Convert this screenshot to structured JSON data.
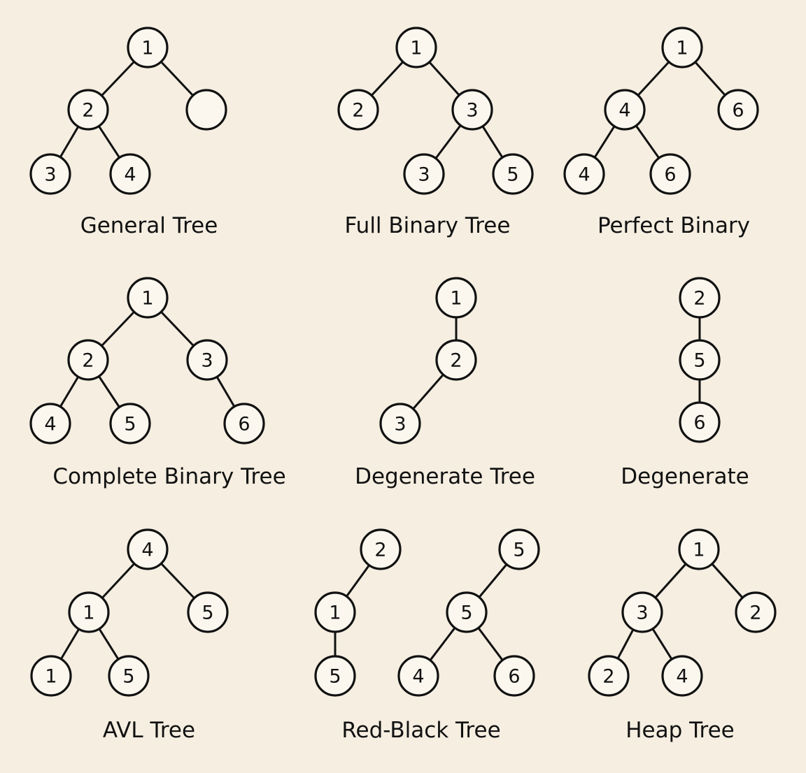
{
  "background_color": "#f5eee1",
  "trees": [
    {
      "caption": "General Tree",
      "nodes": [
        {
          "label": "1",
          "parent": null
        },
        {
          "label": "2",
          "parent": 0
        },
        {
          "label": "",
          "parent": 0
        },
        {
          "label": "3",
          "parent": 1
        },
        {
          "label": "4",
          "parent": 1
        }
      ]
    },
    {
      "caption": "Full Binary Tree",
      "nodes": [
        {
          "label": "1",
          "parent": null
        },
        {
          "label": "2",
          "parent": 0
        },
        {
          "label": "3",
          "parent": 0
        },
        {
          "label": "3",
          "parent": 2
        },
        {
          "label": "5",
          "parent": 2
        }
      ]
    },
    {
      "caption": "Perfect Binary",
      "nodes": [
        {
          "label": "1",
          "parent": null
        },
        {
          "label": "4",
          "parent": 0
        },
        {
          "label": "6",
          "parent": 0
        },
        {
          "label": "4",
          "parent": 1
        },
        {
          "label": "6",
          "parent": 1
        }
      ]
    },
    {
      "caption": "Complete Binary Tree",
      "nodes": [
        {
          "label": "1",
          "parent": null
        },
        {
          "label": "2",
          "parent": 0
        },
        {
          "label": "3",
          "parent": 0
        },
        {
          "label": "4",
          "parent": 1
        },
        {
          "label": "5",
          "parent": 1
        },
        {
          "label": "6",
          "parent": 2
        }
      ]
    },
    {
      "caption": "Degenerate Tree",
      "nodes": [
        {
          "label": "1",
          "parent": null
        },
        {
          "label": "2",
          "parent": 0
        },
        {
          "label": "3",
          "parent": 1
        }
      ]
    },
    {
      "caption": "Degenerate",
      "nodes": [
        {
          "label": "2",
          "parent": null
        },
        {
          "label": "5",
          "parent": 0
        },
        {
          "label": "6",
          "parent": 1
        }
      ]
    },
    {
      "caption": "AVL Tree",
      "nodes": [
        {
          "label": "4",
          "parent": null
        },
        {
          "label": "1",
          "parent": 0
        },
        {
          "label": "5",
          "parent": 0
        },
        {
          "label": "1",
          "parent": 1
        },
        {
          "label": "5",
          "parent": 1
        }
      ]
    },
    {
      "caption": "Red-Black Tree",
      "nodes": [
        {
          "label": "2",
          "parent": null
        },
        {
          "label": "1",
          "parent": 0
        },
        {
          "label": "5",
          "parent": 1
        },
        {
          "label": "5",
          "parent": null
        },
        {
          "label": "5",
          "parent": 3
        },
        {
          "label": "4",
          "parent": 4
        },
        {
          "label": "6",
          "parent": 4
        }
      ]
    },
    {
      "caption": "Heap Tree",
      "nodes": [
        {
          "label": "1",
          "parent": null
        },
        {
          "label": "3",
          "parent": 0
        },
        {
          "label": "2",
          "parent": 0
        },
        {
          "label": "2",
          "parent": 1
        },
        {
          "label": "4",
          "parent": 1
        }
      ]
    }
  ]
}
